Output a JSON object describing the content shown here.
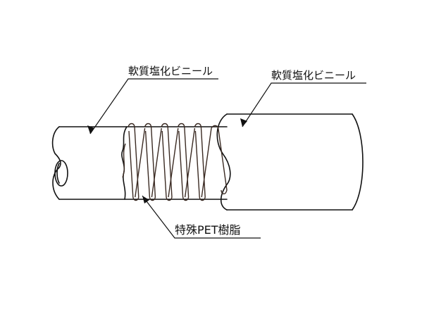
{
  "diagram": {
    "labels": {
      "outer_layer_left": "軟質塩化ビニール",
      "outer_layer_right": "軟質塩化ビニール",
      "reinforcement": "特殊PET樹脂"
    },
    "colors": {
      "stroke": "#111111",
      "coil": "#3a2a22",
      "background": "#ffffff"
    },
    "coil_turns": 5
  }
}
